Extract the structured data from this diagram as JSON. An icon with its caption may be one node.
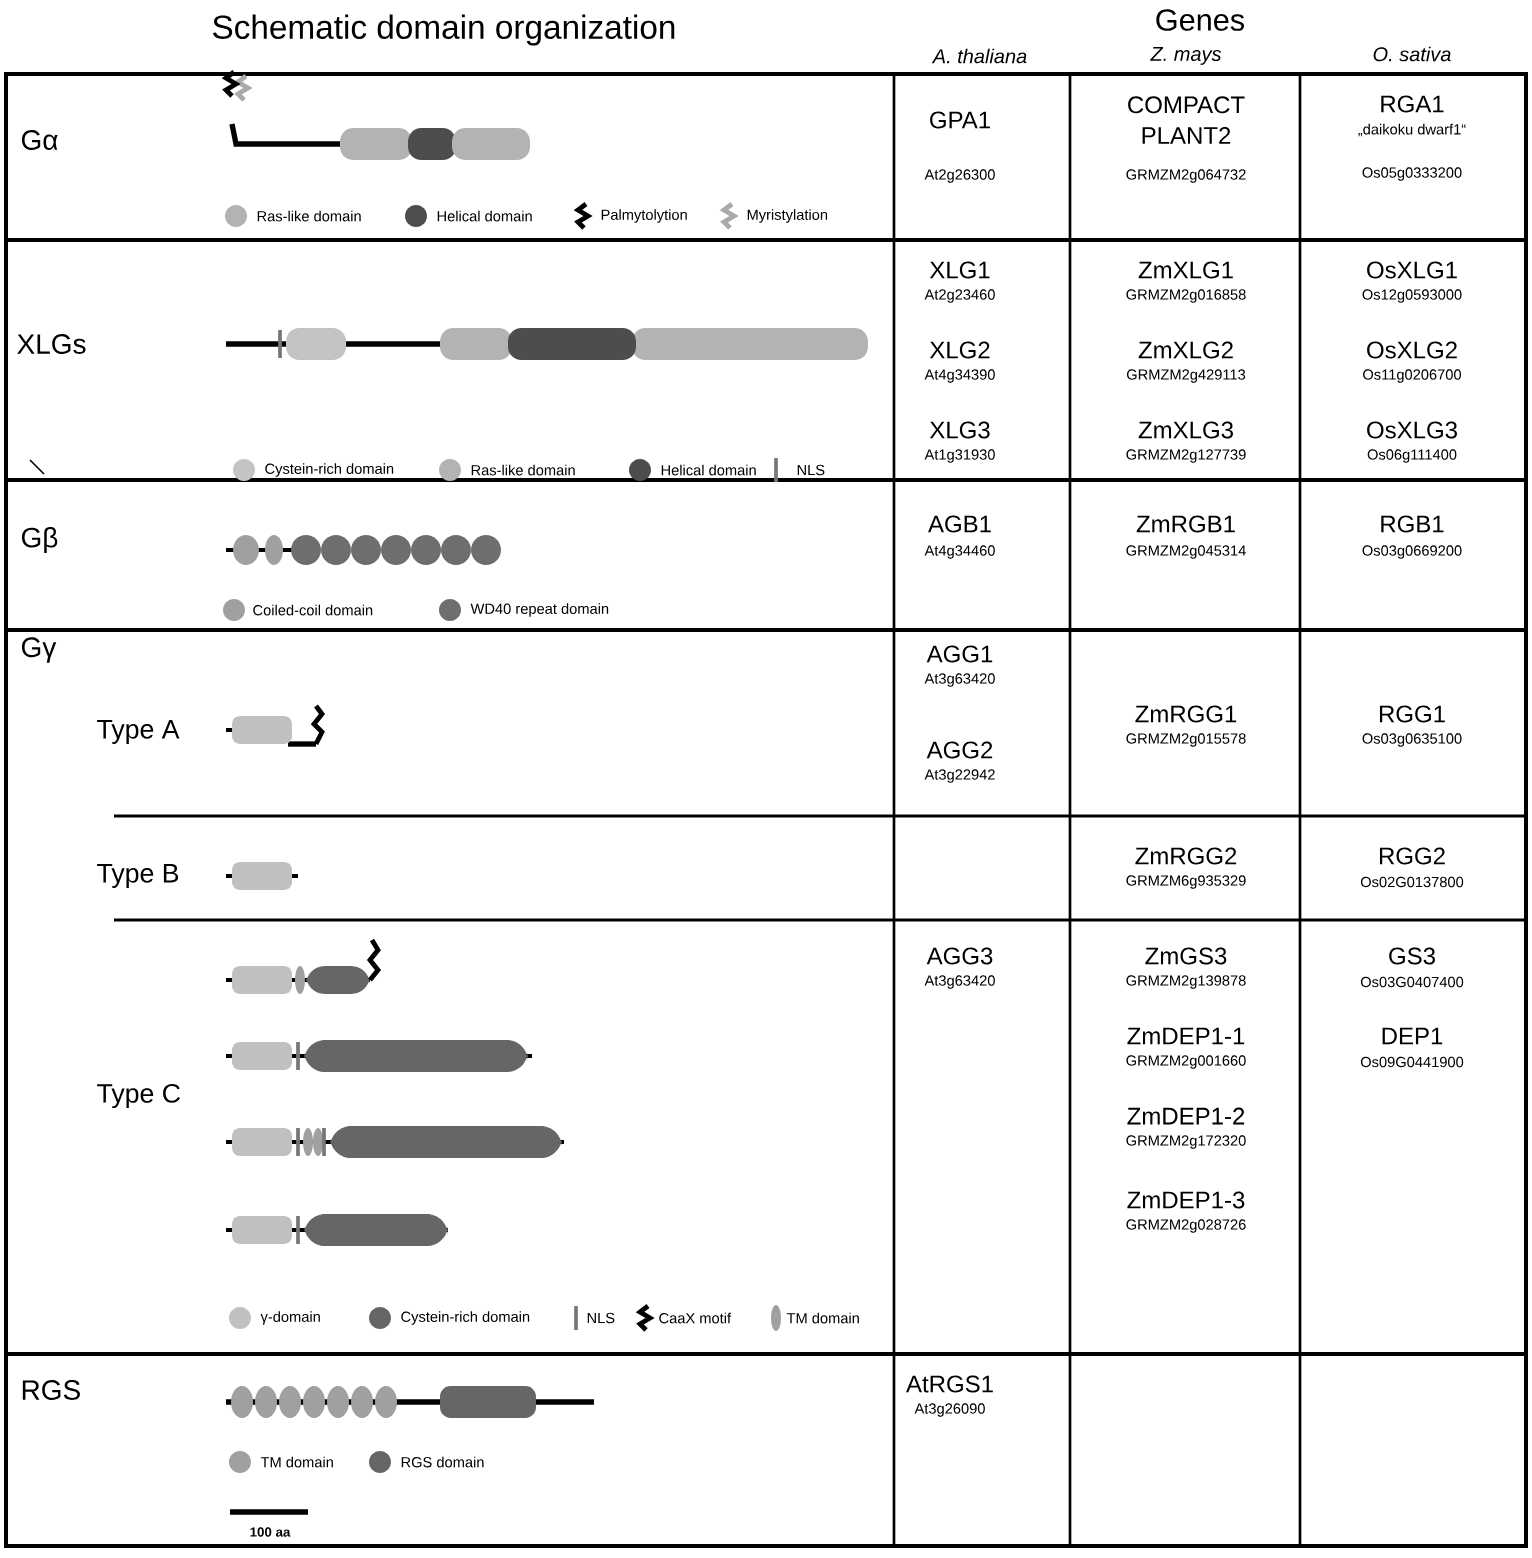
{
  "diagram": {
    "labels": [
      "Schematic domain organization",
      "Genes",
      "A. thaliana",
      "Z. mays",
      "O. sativa",
      "Gα",
      "GPA1",
      "At2g26300",
      "COMPACT PLANT2",
      "GRMZM2g064732",
      "RGA1",
      "„daikoku dwarf1“",
      "Os05g0333200",
      "XLGs",
      "XLG1",
      "At2g23460",
      "XLG2",
      "At4g34390",
      "XLG3",
      "At1g31930",
      "ZmXLG1",
      "GRMZM2g016858",
      "ZmXLG2",
      "GRMZM2g429113",
      "ZmXLG3",
      "GRMZM2g127739",
      "OsXLG1",
      "Os12g0593000",
      "OsXLG2",
      "Os11g0206700",
      "OsXLG3",
      "Os06g111400",
      "Gβ",
      "AGB1",
      "At4g34460",
      "ZmRGB1",
      "GRMZM2g045314",
      "RGB1",
      "Os03g0669200",
      "Gγ",
      "Type A",
      "AGG1",
      "At3g63420",
      "AGG2",
      "At3g22942",
      "ZmRGG1",
      "GRMZM2g015578",
      "RGG1",
      "Os03g0635100",
      "Type B",
      "ZmRGG2",
      "GRMZM6g935329",
      "RGG2",
      "Os02G0137800",
      "Type C",
      "AGG3",
      "At3g63420",
      "ZmGS3",
      "GRMZM2g139878",
      "ZmDEP1-1",
      "GRMZM2g001660",
      "ZmDEP1-2",
      "GRMZM2g172320",
      "ZmDEP1-3",
      "GRMZM2g028726",
      "GS3",
      "Os03G0407400",
      "DEP1",
      "Os09G0441900",
      "RGS",
      "AtRGS1",
      "At3g26090",
      "100 aa"
    ],
    "legend": [
      {
        "text": "Ras-like domain",
        "color": "#b3b3b3"
      },
      {
        "text": "Helical domain",
        "color": "#4d4d4d"
      },
      {
        "text": "Palmytolytion"
      },
      {
        "text": "Myristylation"
      },
      {
        "text": "Cystein-rich domain",
        "color": "#c4c4c4"
      },
      {
        "text": "Ras-like domain",
        "color": "#b3b3b3"
      },
      {
        "text": "Helical domain",
        "color": "#4d4d4d"
      },
      {
        "text": "NLS"
      },
      {
        "text": "Coiled-coil domain",
        "color": "#a0a0a0"
      },
      {
        "text": "WD40 repeat domain",
        "color": "#6e6e6e"
      },
      {
        "text": "γ-domain",
        "color": "#c0c0c0"
      },
      {
        "text": "Cystein-rich domain",
        "color": "#666666"
      },
      {
        "text": "NLS"
      },
      {
        "text": "CaaX motif"
      },
      {
        "text": "TM domain"
      },
      {
        "text": "TM domain",
        "color": "#a0a0a0"
      },
      {
        "text": "RGS domain",
        "color": "#666666"
      }
    ]
  }
}
